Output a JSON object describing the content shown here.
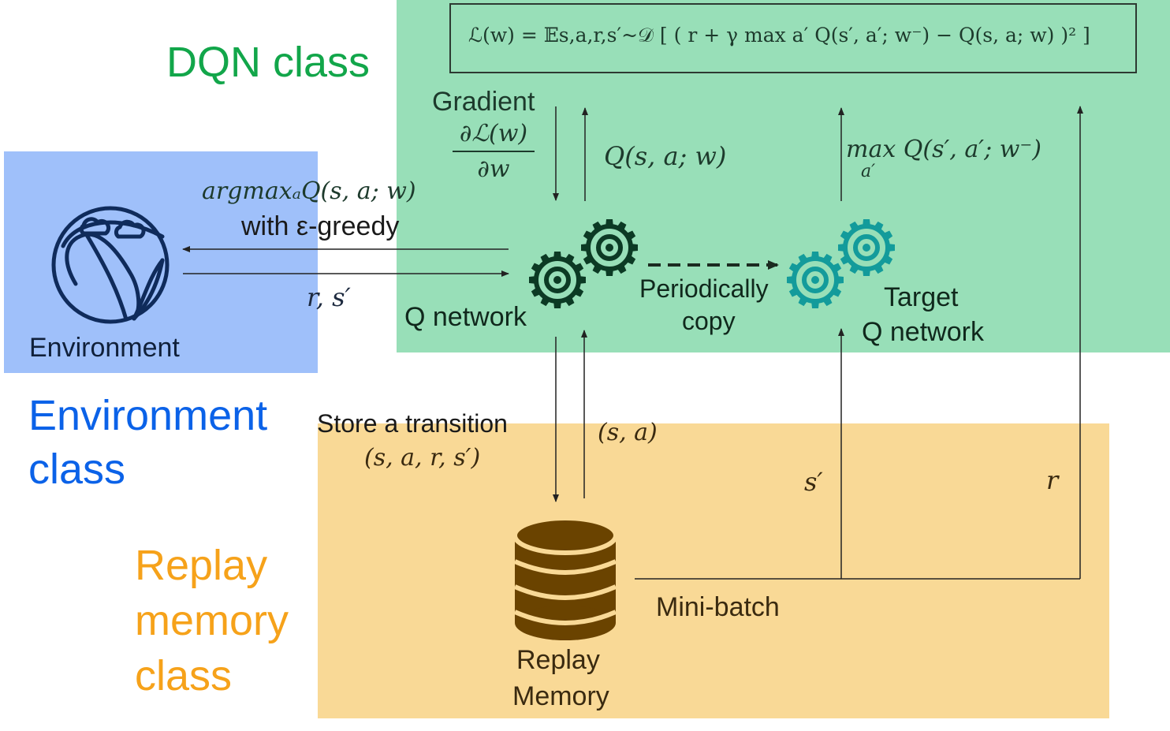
{
  "groups": {
    "dqn_title": "DQN class",
    "environment_title_line1": "Environment",
    "environment_title_line2": "class",
    "replay_title_line1": "Replay",
    "replay_title_line2": "memory",
    "replay_title_line3": "class"
  },
  "colors": {
    "dqn_region": "#98dfb8",
    "environment_region": "#9fc0fa",
    "replay_region": "#f9d996",
    "dqn_title": "#12a64a",
    "environment_title": "#0b62e8",
    "replay_title": "#f6a21a",
    "q_network_gear": "#0c3a24",
    "target_gear": "#139b9b",
    "replay_db": "#6a4300",
    "environment_icon": "#0f2b5b"
  },
  "loss_formula": "ℒ(w) =  𝔼s,a,r,s′~𝒟 [ ( r + γ max a′ Q(s′, a′; w⁻) − Q(s, a; w) )² ]",
  "labels": {
    "gradient": "Gradient",
    "gradient_num": "∂ℒ(w)",
    "gradient_den": "∂w",
    "q_value": "Q(s, a; w)",
    "max_target": "max Q(s′, a′; w⁻)",
    "max_sub": "a′",
    "argmax": "argmaxₐQ(s, a; w)",
    "egreedy": "with ε-greedy",
    "reward_state": "r, s′",
    "environment": "Environment",
    "q_network": "Q network",
    "periodically": "Periodically",
    "copy": "copy",
    "target_line1": "Target",
    "target_line2": "Q network",
    "store": "Store a transition",
    "transition": "(s, a, r, s′)",
    "sample_sa": "(s, a)",
    "s_prime": "s′",
    "r": "r",
    "minibatch": "Mini-batch",
    "replay_line1": "Replay",
    "replay_line2": "Memory"
  }
}
